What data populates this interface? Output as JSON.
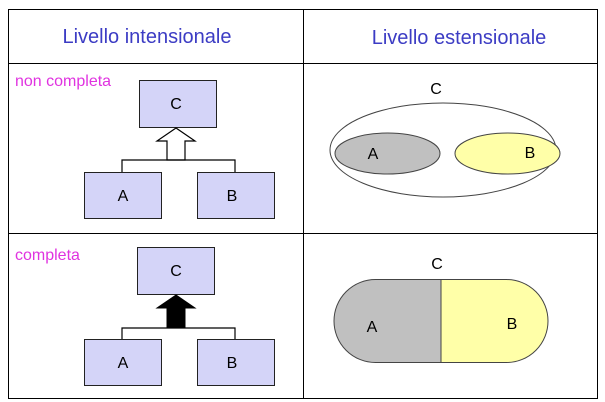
{
  "header": {
    "intensional_title": "Livello intensionale",
    "extensional_title": "Livello estensionale"
  },
  "rows": [
    {
      "label": "non completa",
      "intensional": {
        "parent": "C",
        "children": [
          "A",
          "B"
        ]
      },
      "extensional": {
        "set": "C",
        "subsets": [
          "A",
          "B"
        ]
      }
    },
    {
      "label": "completa",
      "intensional": {
        "parent": "C",
        "children": [
          "A",
          "B"
        ]
      },
      "extensional": {
        "set": "C",
        "subsets": [
          "A",
          "B"
        ]
      }
    }
  ],
  "colors": {
    "header_text": "#3c3cc4",
    "row_label": "#e033e0",
    "entity_fill": "#d4d4f8",
    "subset_a_fill": "#c0c0c0",
    "subset_b_fill": "#ffffa8",
    "hollow_arrow_fill": "#ffffff",
    "solid_arrow_fill": "#000000"
  }
}
